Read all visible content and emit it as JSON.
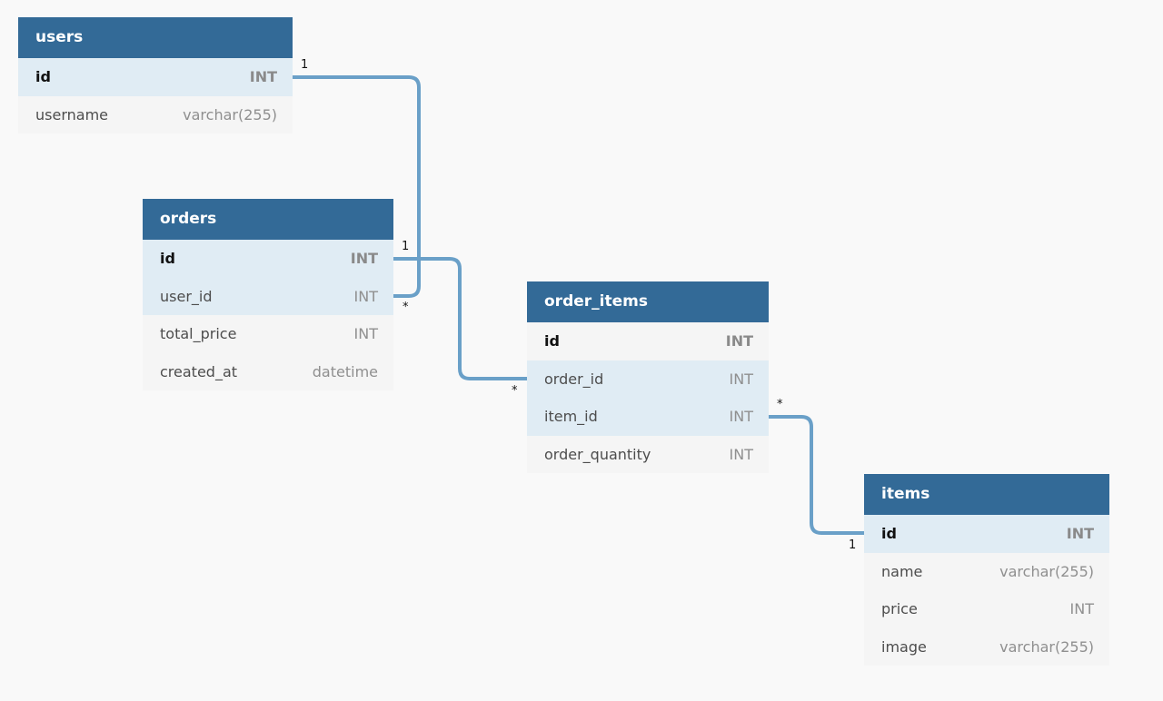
{
  "colors": {
    "background": "#f9f9f9",
    "header": "#336a97",
    "highlight_row": "#e0ecf4",
    "row": "#f5f5f5",
    "connector": "#6aa0c8"
  },
  "tables": {
    "users": {
      "name": "users",
      "fields": [
        {
          "name": "id",
          "type": "INT"
        },
        {
          "name": "username",
          "type": "varchar(255)"
        }
      ]
    },
    "orders": {
      "name": "orders",
      "fields": [
        {
          "name": "id",
          "type": "INT"
        },
        {
          "name": "user_id",
          "type": "INT"
        },
        {
          "name": "total_price",
          "type": "INT"
        },
        {
          "name": "created_at",
          "type": "datetime"
        }
      ]
    },
    "order_items": {
      "name": "order_items",
      "fields": [
        {
          "name": "id",
          "type": "INT"
        },
        {
          "name": "order_id",
          "type": "INT"
        },
        {
          "name": "item_id",
          "type": "INT"
        },
        {
          "name": "order_quantity",
          "type": "INT"
        }
      ]
    },
    "items": {
      "name": "items",
      "fields": [
        {
          "name": "id",
          "type": "INT"
        },
        {
          "name": "name",
          "type": "varchar(255)"
        },
        {
          "name": "price",
          "type": "INT"
        },
        {
          "name": "image",
          "type": "varchar(255)"
        }
      ]
    }
  },
  "relations": {
    "users_orders": {
      "from": "users.id",
      "to": "orders.user_id",
      "from_card": "1",
      "to_card": "*"
    },
    "orders_order_items": {
      "from": "orders.id",
      "to": "order_items.order_id",
      "from_card": "1",
      "to_card": "*"
    },
    "items_order_items": {
      "from": "items.id",
      "to": "order_items.item_id",
      "from_card": "1",
      "to_card": "*"
    }
  }
}
